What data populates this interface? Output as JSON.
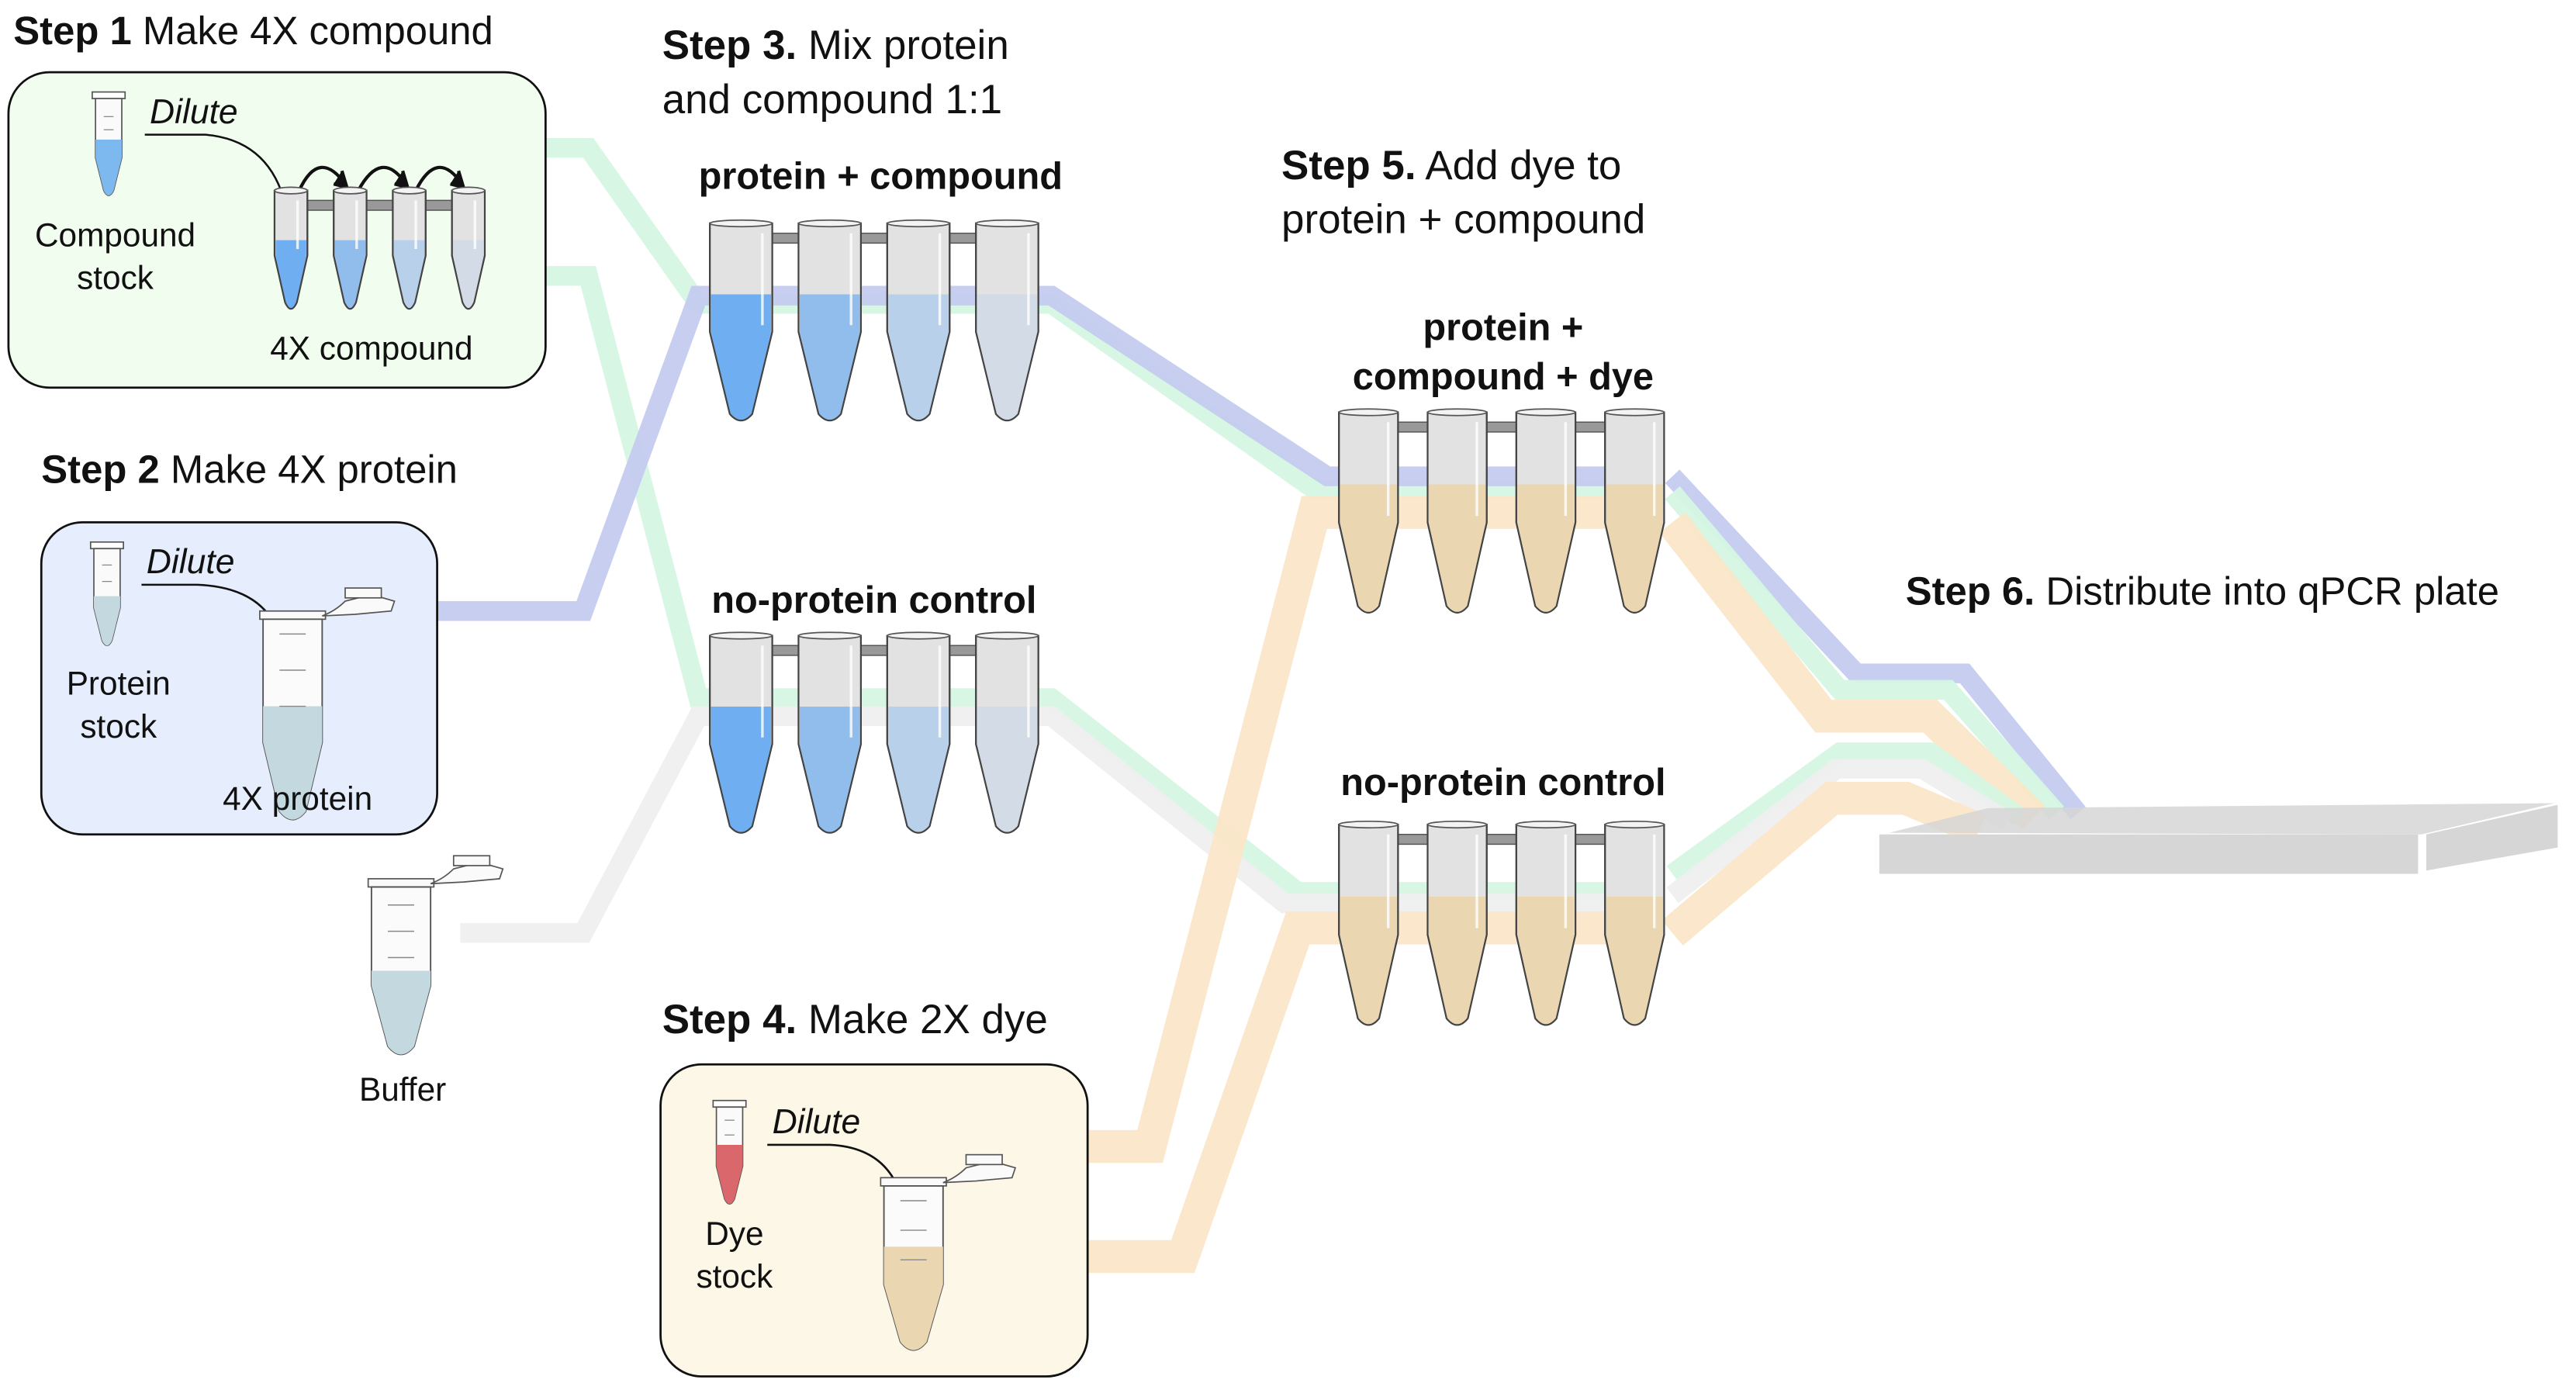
{
  "colors": {
    "compound_band": "#d5f7e3",
    "protein_band": "#c5cbef",
    "buffer_band": "#efefef",
    "dye_band": "#fbe6c8",
    "box_compound_bg": "#f1fdee",
    "box_protein_bg": "#e6edfc",
    "box_dye_bg": "#fdf7e7",
    "liquid_blue_1": "#6faef0",
    "liquid_blue_2": "#90bdeb",
    "liquid_blue_3": "#b9d0ea",
    "liquid_blue_4": "#d2dbe6",
    "liquid_protein": "#c3d9df",
    "liquid_dye_stock": "#d9676c",
    "liquid_dye_mix": "#ead7b2",
    "plate": "#d6d6d6"
  },
  "step1": {
    "bold": "Step 1",
    "rest": " Make 4X compound",
    "dilute_label": "Dilute",
    "stock_label_line1": "Compound",
    "stock_label_line2": "stock",
    "result_label": "4X compound"
  },
  "step2": {
    "bold": "Step 2",
    "rest": " Make 4X protein",
    "dilute_label": "Dilute",
    "stock_label_line1": "Protein",
    "stock_label_line2": "stock",
    "result_label": "4X protein"
  },
  "buffer": {
    "label": "Buffer"
  },
  "step3": {
    "bold": "Step 3.",
    "rest_line1": " Mix protein",
    "line2": "and compound 1:1",
    "strip_top_label": "protein + compound",
    "strip_bottom_label": "no-protein control"
  },
  "step4": {
    "bold": "Step 4.",
    "rest": " Make 2X dye",
    "dilute_label": "Dilute",
    "stock_label_line1": "Dye",
    "stock_label_line2": "stock"
  },
  "step5": {
    "bold": "Step 5.",
    "rest_line1": " Add dye to",
    "line2": "protein + compound",
    "strip_top_label_line1": "protein +",
    "strip_top_label_line2": "compound + dye",
    "strip_bottom_label": "no-protein control"
  },
  "step6": {
    "bold": "Step 6.",
    "rest": " Distribute into qPCR plate"
  }
}
